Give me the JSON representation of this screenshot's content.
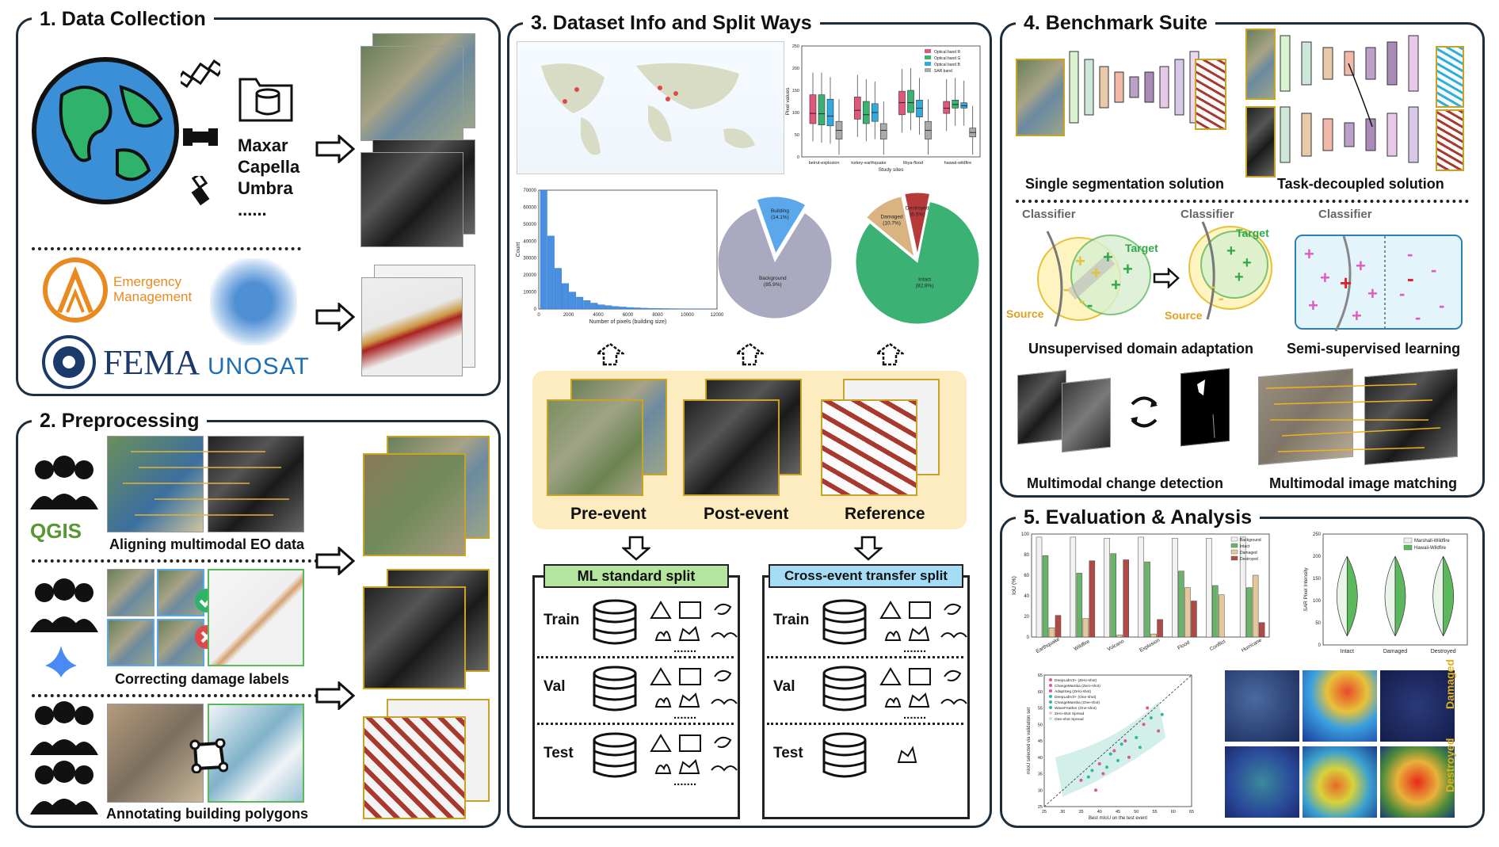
{
  "panels": {
    "p1": "1. Data Collection",
    "p2": "2. Preprocessing",
    "p3": "3. Dataset Info and Split Ways",
    "p4": "4. Benchmark Suite",
    "p5": "5. Evaluation & Analysis"
  },
  "p1": {
    "providers": [
      "Maxar",
      "Capella",
      "Umbra",
      "......"
    ],
    "org_em": [
      "Emergency",
      "Management"
    ],
    "fema": "FEMA",
    "unosat": "UNOSAT"
  },
  "p2": {
    "qgis": "QGIS",
    "step1": "Aligning multimodal EO data",
    "step2": "Correcting damage labels",
    "step3": "Annotating building polygons"
  },
  "p3": {
    "pre": "Pre-event",
    "post": "Post-event",
    "ref": "Reference",
    "ml_split": "ML standard split",
    "cross_split": "Cross-event transfer split",
    "rows": [
      "Train",
      "Val",
      "Test"
    ],
    "dots": "......."
  },
  "p4": {
    "single": "Single segmentation solution",
    "decoupled": "Task-decoupled solution",
    "uda": "Unsupervised domain adaptation",
    "ssl": "Semi-supervised learning",
    "mcd": "Multimodal change detection",
    "mim": "Multimodal image matching",
    "classifier": "Classifier",
    "target": "Target",
    "source": "Source"
  },
  "p5": {
    "damaged": "Damaged",
    "destroyed": "Destroyed"
  },
  "chart_data": [
    {
      "type": "bar",
      "categories": [
        "0",
        "500",
        "1000",
        "1500",
        "2000",
        "2500",
        "3000",
        "3500",
        "4000",
        "4500",
        "5000",
        "5500",
        "6000",
        "6500",
        "7000",
        "7500",
        "8000",
        "8500",
        "9000",
        "9500",
        "10000",
        "10500",
        "11000",
        "11500"
      ],
      "values": [
        70000,
        43000,
        24000,
        15000,
        10000,
        7000,
        5000,
        3500,
        2500,
        2000,
        1500,
        1200,
        900,
        700,
        500,
        400,
        300,
        250,
        200,
        150,
        100,
        80,
        60,
        50
      ],
      "xlabel": "Number of pixels (building size)",
      "ylabel": "Count",
      "ylim": [
        0,
        70000
      ],
      "xticks": [
        "0",
        "2000",
        "4000",
        "6000",
        "8000",
        "10000",
        "12000"
      ],
      "yticks": [
        "0",
        "10000",
        "20000",
        "30000",
        "40000",
        "50000",
        "60000",
        "70000"
      ],
      "color": "#4a90e2"
    },
    {
      "type": "pie",
      "labels": [
        "Background\n(85.9%)",
        "Building\n(14.1%)"
      ],
      "values": [
        85.9,
        14.1
      ],
      "colors": [
        "#a9a9bf",
        "#5aa7ec"
      ]
    },
    {
      "type": "pie",
      "labels": [
        "Intact\n(82.8%)",
        "Damaged\n(10.7%)",
        "Destroyed\n(6.5%)"
      ],
      "values": [
        82.8,
        10.7,
        6.5
      ],
      "colors": [
        "#3bb273",
        "#d9b382",
        "#b63a3a"
      ]
    },
    {
      "type": "box",
      "categories": [
        "beirut-explosion",
        "turkey-earthquake",
        "libya-flood",
        "hawaii-wildfire"
      ],
      "series": [
        {
          "name": "Optical band R",
          "color": "#e0577a"
        },
        {
          "name": "Optical band G",
          "color": "#3bb273"
        },
        {
          "name": "Optical band B",
          "color": "#33aadd"
        },
        {
          "name": "SAR band",
          "color": "#aaaaaa"
        }
      ],
      "medians": [
        [
          98,
          97,
          92,
          60
        ],
        [
          105,
          95,
          100,
          60
        ],
        [
          122,
          122,
          110,
          60
        ],
        [
          110,
          118,
          115,
          55
        ]
      ],
      "q1": [
        [
          75,
          72,
          70,
          40
        ],
        [
          85,
          75,
          80,
          40
        ],
        [
          95,
          100,
          90,
          40
        ],
        [
          98,
          110,
          110,
          45
        ]
      ],
      "q3": [
        [
          140,
          140,
          130,
          80
        ],
        [
          135,
          125,
          120,
          75
        ],
        [
          148,
          150,
          128,
          80
        ],
        [
          125,
          128,
          122,
          65
        ]
      ],
      "ylim": [
        0,
        250
      ],
      "ylabel": "Pixel values",
      "xlabel": "Study sites"
    },
    {
      "type": "bar",
      "categories": [
        "Earthquake",
        "Wildfire",
        "Volcano",
        "Explosion",
        "Flood",
        "Conflict",
        "Hurricane"
      ],
      "series": [
        {
          "name": "Background",
          "color": "#f2f2f2",
          "values": [
            97,
            97,
            96,
            97,
            96,
            96,
            97
          ]
        },
        {
          "name": "Intact",
          "color": "#6ab46a",
          "values": [
            79,
            62,
            81,
            73,
            64,
            50,
            48
          ]
        },
        {
          "name": "Damaged",
          "color": "#e4c89a",
          "values": [
            9,
            18,
            2,
            3,
            48,
            41,
            60
          ]
        },
        {
          "name": "Destroyed",
          "color": "#b04a44",
          "values": [
            21,
            74,
            75,
            17,
            35,
            0,
            14
          ]
        }
      ],
      "ylabel": "IoU (%)",
      "ylim": [
        0,
        100
      ],
      "yticks": [
        "0",
        "20",
        "40",
        "60",
        "80",
        "100"
      ]
    },
    {
      "type": "violin",
      "categories": [
        "Intact",
        "Damaged",
        "Destroyed"
      ],
      "series": [
        {
          "name": "Marshall-Wildfire",
          "color": "#e9f5e9"
        },
        {
          "name": "Hawaii-Wildfire",
          "color": "#5cb85c"
        }
      ],
      "ylabel": "SAR Pixel Intensity",
      "ylim": [
        0,
        250
      ],
      "yticks": [
        "0",
        "50",
        "100",
        "150",
        "200",
        "250"
      ]
    },
    {
      "type": "scatter",
      "series": [
        {
          "name": "DeepLabV3+ (Zero-shot)",
          "color": "#e0559a"
        },
        {
          "name": "ChangeMamba (Zero-shot)",
          "color": "#e0559a"
        },
        {
          "name": "AdaptSeg (Zero-shot)",
          "color": "#e0559a"
        },
        {
          "name": "DeepLabV3+ (One-shot)",
          "color": "#2fb8a0"
        },
        {
          "name": "ChangeMamba (One-shot)",
          "color": "#2fb8a0"
        },
        {
          "name": "WaveFeather (One-shot)",
          "color": "#2fb8a0"
        },
        {
          "name": "Zero-shot Spread",
          "color": "#f5c0d8"
        },
        {
          "name": "One-shot Spread",
          "color": "#bfe8e0"
        }
      ],
      "xlabel": "Best mIoU on the test event",
      "ylabel": "mIoU selected via validation set",
      "xlim": [
        25,
        65
      ],
      "ylim": [
        25,
        65
      ],
      "xticks": [
        "25",
        "30",
        "35",
        "40",
        "45",
        "50",
        "55",
        "60",
        "65"
      ],
      "yticks": [
        "25",
        "30",
        "35",
        "40",
        "45",
        "50",
        "55",
        "60",
        "65"
      ]
    }
  ]
}
